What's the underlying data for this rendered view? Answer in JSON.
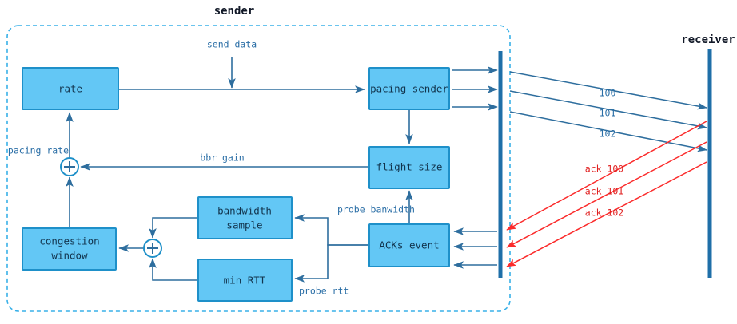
{
  "diagram": {
    "title_sender": "sender",
    "title_receiver": "receiver",
    "nodes": {
      "rate": "rate",
      "pacing_sender": "pacing sender",
      "flight_size": "flight size",
      "acks_event": "ACKs event",
      "bandwidth_sample_line1": "bandwidth",
      "bandwidth_sample_line2": "sample",
      "min_rtt": "min RTT",
      "congestion_window_line1": "congestion",
      "congestion_window_line2": "window"
    },
    "edge_labels": {
      "send_data": "send data",
      "pacing_rate": "pacing rate",
      "bbr_gain": "bbr gain",
      "probe_bandwidth": "probe banwidth",
      "probe_rtt": "probe rtt"
    },
    "packets": [
      {
        "label": "100"
      },
      {
        "label": "101"
      },
      {
        "label": "102"
      }
    ],
    "acks": [
      {
        "label": "ack 100"
      },
      {
        "label": "ack 101"
      },
      {
        "label": "ack 102"
      }
    ],
    "colors": {
      "node_fill": "#63c7f5",
      "node_stroke": "#1e90c9",
      "connector": "#2e6e9e",
      "packet": "#2e6e9e",
      "ack": "#fb2b2b",
      "timeline": "#1f6fa8",
      "sender_border": "#38b0e8",
      "label_text": "#2a6ea6"
    }
  }
}
